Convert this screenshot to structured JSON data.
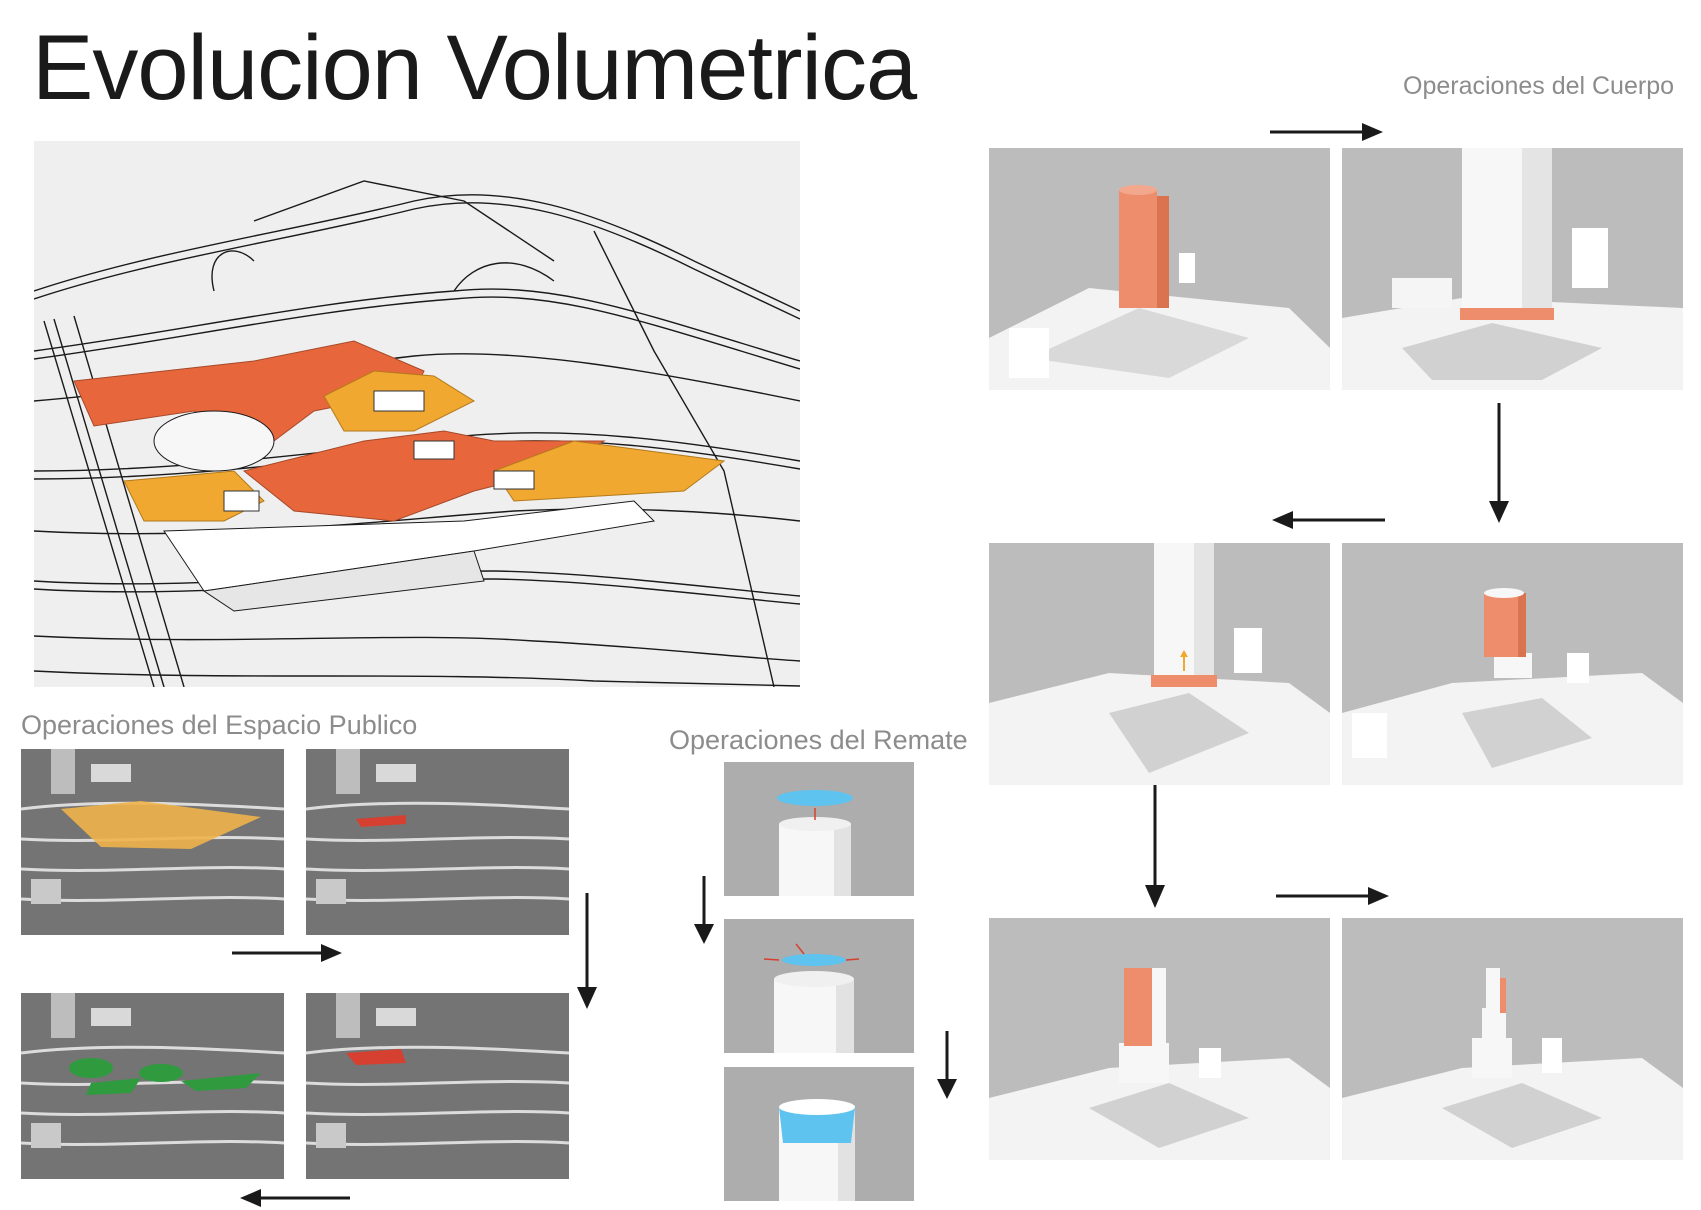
{
  "title": "Evolucion Volumetrica",
  "sections": {
    "cuerpo": "Operaciones del Cuerpo",
    "espacio_publico": "Operaciones del Espacio Publico",
    "remate": "Operaciones del Remate"
  },
  "colors": {
    "orange_dark": "#e8663b",
    "orange_light": "#f0a830",
    "tower_orange": "#ee8d6c",
    "remate_blue": "#5ec3ef",
    "espacio_green": "#2f9a3e",
    "espacio_red": "#d54030",
    "panel_gray": "#bcbcbc",
    "dark_panel": "#747474",
    "label_gray": "#8c8c8c"
  }
}
